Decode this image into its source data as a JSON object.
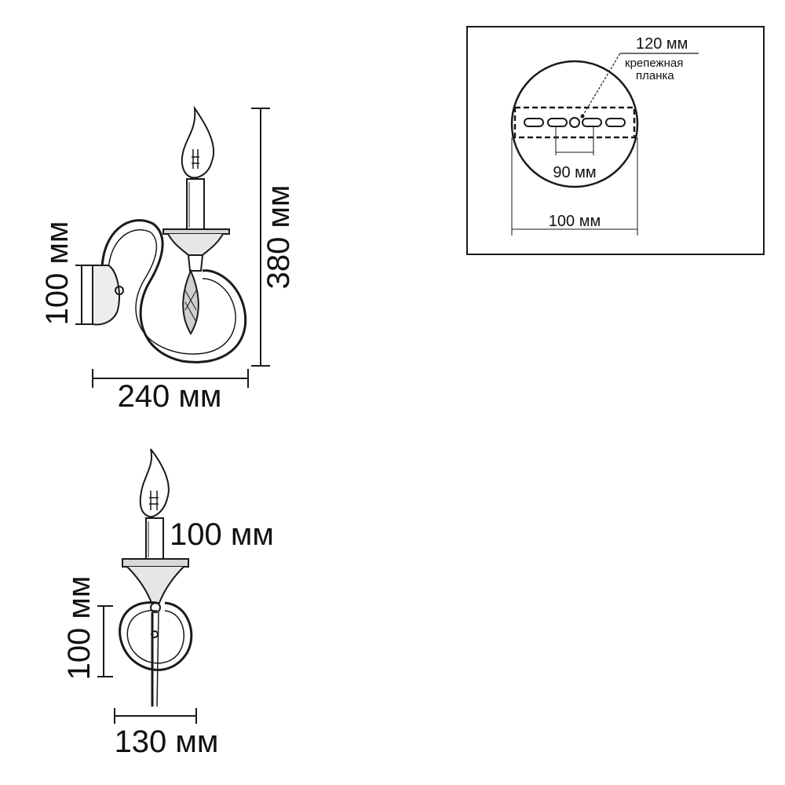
{
  "colors": {
    "line": "#1a1a1a",
    "background": "#ffffff"
  },
  "side_view": {
    "height_label": "380 мм",
    "width_label": "240 мм",
    "backplate_label": "100 мм"
  },
  "front_view": {
    "candle_label": "100 мм",
    "backplate_label": "100 мм",
    "width_label": "130 мм"
  },
  "mounting_detail": {
    "plate_label": "120 мм",
    "plate_caption_line1": "крепежная",
    "plate_caption_line2": "планка",
    "hole_spacing_label": "90 мм",
    "diameter_label": "100 мм"
  }
}
